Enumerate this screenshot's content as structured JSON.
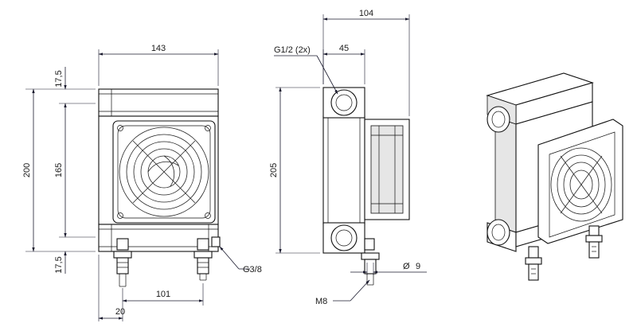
{
  "colors": {
    "line": "#111111",
    "dimension": "#1a1a2e",
    "shade": "#e6e6e6",
    "background": "#ffffff"
  },
  "front_view": {
    "width_label": "143",
    "overall_height_label": "200",
    "core_height_label": "165",
    "top_offset_label": "17,5",
    "bottom_offset_label": "17,5",
    "foot_spacing_label": "101",
    "foot_offset_label": "20",
    "drain_port_label": "G3/8"
  },
  "side_view": {
    "depth_label": "104",
    "port_width_label": "45",
    "port_size_label": "G1/2 (2x)",
    "height_label": "205",
    "hole_diameter_symbol": "Ø",
    "hole_diameter_label": "9",
    "bolt_label": "M8"
  }
}
